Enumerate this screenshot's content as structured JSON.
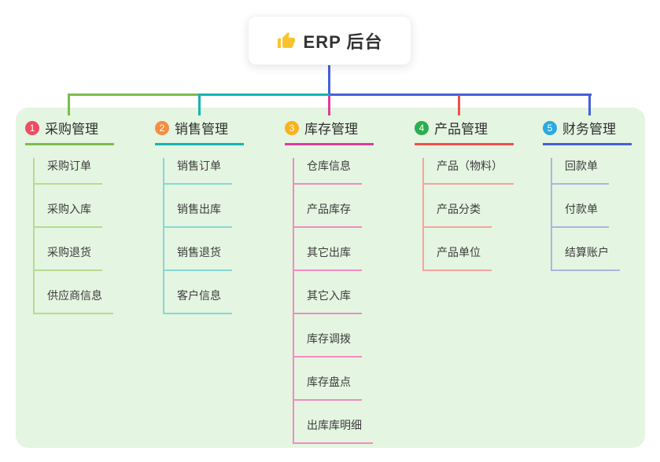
{
  "root": {
    "label": "ERP 后台",
    "icon": "thumbs-up-icon",
    "icon_color": "#F7C331"
  },
  "canvas_background": "#E4F5E1",
  "connector_color": "#4560D8",
  "branches": [
    {
      "index": "1",
      "label": "采购管理",
      "badge_color": "#EF4B61",
      "line_color": "#7ABD4C",
      "line_color_light": "#B7DB90",
      "children": [
        "采购订单",
        "采购入库",
        "采购退货",
        "供应商信息"
      ]
    },
    {
      "index": "2",
      "label": "销售管理",
      "badge_color": "#F68D44",
      "line_color": "#17B3B1",
      "line_color_light": "#86D8D4",
      "children": [
        "销售订单",
        "销售出库",
        "销售退货",
        "客户信息"
      ]
    },
    {
      "index": "3",
      "label": "库存管理",
      "badge_color": "#F9B11E",
      "line_color": "#DF3C9C",
      "line_color_light": "#F08CC2",
      "children": [
        "仓库信息",
        "产品库存",
        "其它出库",
        "其它入库",
        "库存调拨",
        "库存盘点",
        "出库库明细"
      ]
    },
    {
      "index": "4",
      "label": "产品管理",
      "badge_color": "#2BAE52",
      "line_color": "#F04F4F",
      "line_color_light": "#F7A3A0",
      "children": [
        "产品（物料）",
        "产品分类",
        "产品单位"
      ]
    },
    {
      "index": "5",
      "label": "财务管理",
      "badge_color": "#2BA9E1",
      "line_color": "#4560D8",
      "line_color_light": "#A9B6E2",
      "children": [
        "回款单",
        "付款单",
        "结算账户"
      ]
    }
  ]
}
